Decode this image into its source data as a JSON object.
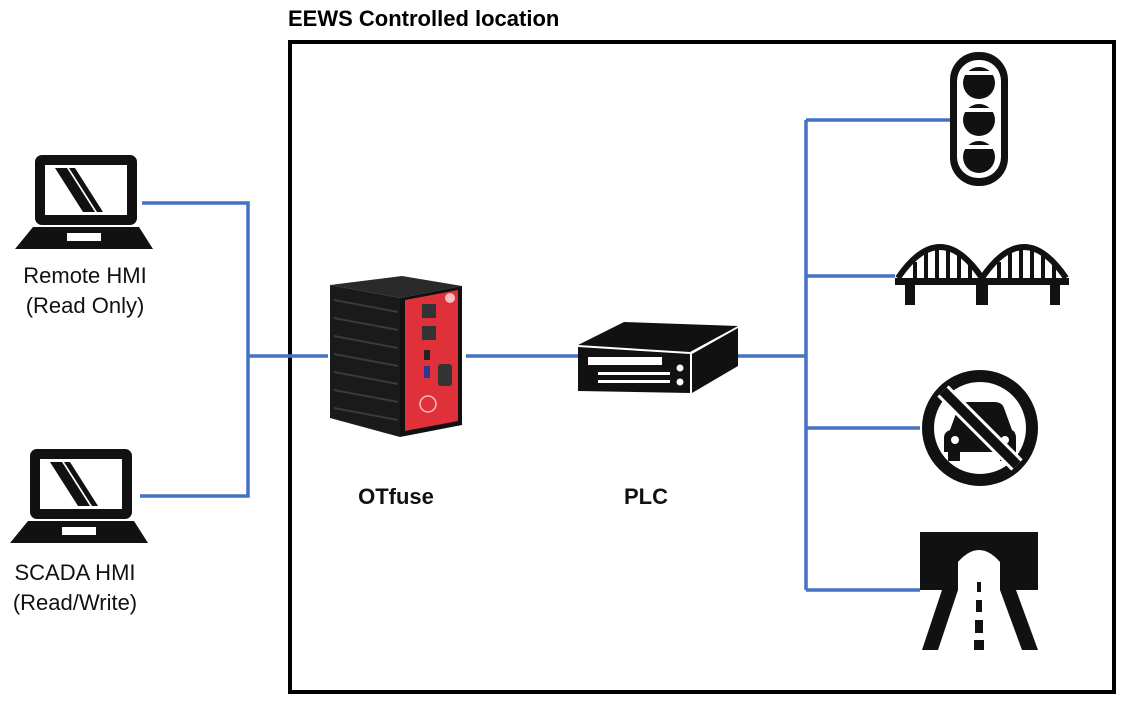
{
  "zone": {
    "title": "EEWS Controlled location"
  },
  "hmis": [
    {
      "line1": "Remote HMI",
      "line2": "(Read Only)"
    },
    {
      "line1": "SCADA HMI",
      "line2": "(Read/Write)"
    }
  ],
  "devices": {
    "otfuse": "OTfuse",
    "plc": "PLC"
  },
  "colors": {
    "link": "#4472C4",
    "otfuse_panel": "#E0303A",
    "icon": "#111111"
  },
  "icons": [
    "laptop-icon",
    "laptop-icon",
    "otfuse-device-icon",
    "plc-icon",
    "traffic-light-icon",
    "bridge-icon",
    "no-cars-icon",
    "tunnel-icon"
  ]
}
